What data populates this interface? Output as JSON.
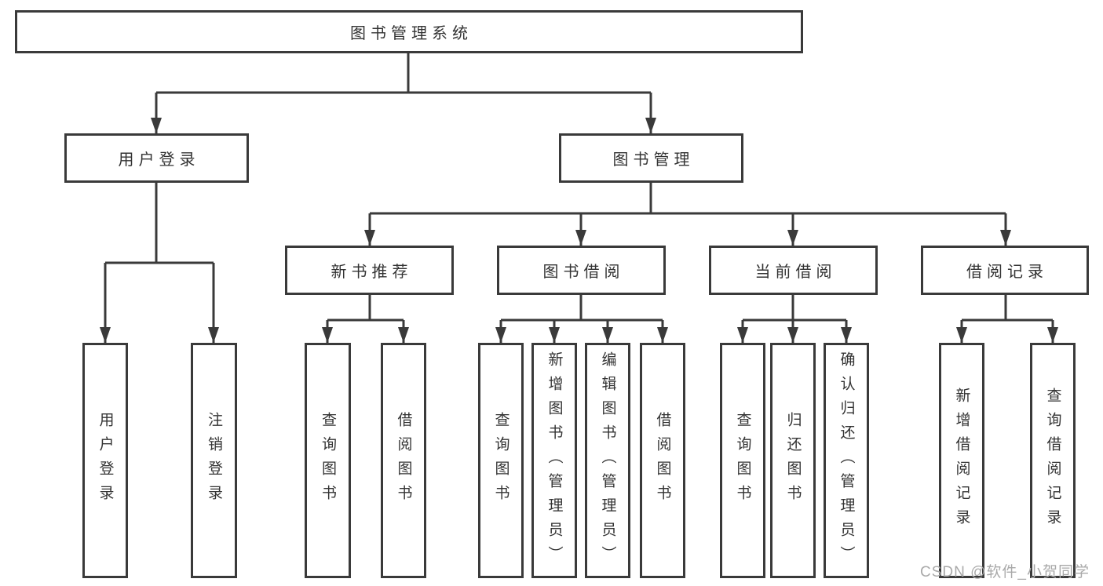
{
  "title": "图书管理系统",
  "tree": {
    "user_login": {
      "label": "用户登录",
      "children": {
        "login": "用户登录",
        "logout": "注销登录"
      }
    },
    "book_management": {
      "label": "图书管理",
      "children": {
        "new_book_recommend": {
          "label": "新书推荐",
          "children": {
            "query_book": "查询图书",
            "borrow_book": "借阅图书"
          }
        },
        "book_borrow": {
          "label": "图书借阅",
          "children": {
            "query_book": "查询图书",
            "add_book": "新增图书（管理员）",
            "edit_book": "编辑图书（管理员）",
            "borrow_book": "借阅图书"
          }
        },
        "current_borrow": {
          "label": "当前借阅",
          "children": {
            "query_book": "查询图书",
            "return_book": "归还图书",
            "confirm_return": "确认归还（管理员）"
          }
        },
        "borrow_record": {
          "label": "借阅记录",
          "children": {
            "add_record": "新增借阅记录",
            "query_record": "查询借阅记录"
          }
        }
      }
    }
  },
  "watermark": "CSDN @软件_小贺同学",
  "colors": {
    "line": "#3a3a3a",
    "text": "#333333",
    "watermark": "#a9a9a9",
    "background": "#ffffff"
  }
}
